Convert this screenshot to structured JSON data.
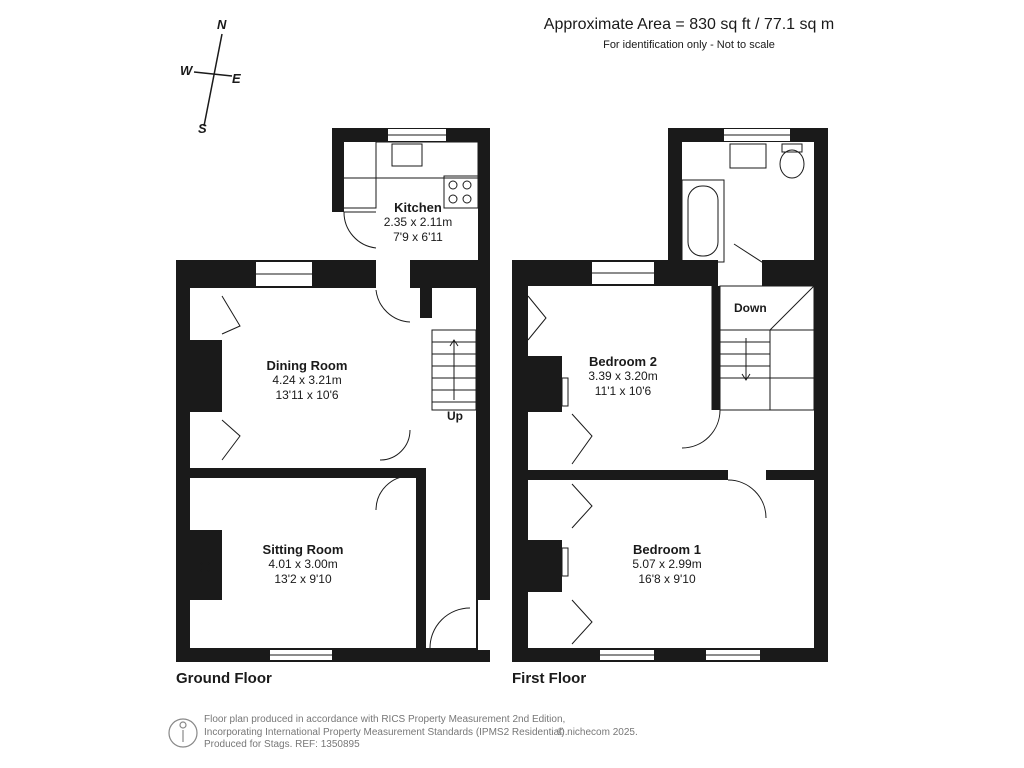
{
  "header": {
    "area": "Approximate Area = 830 sq ft / 77.1 sq m",
    "note": "For identification only - Not to scale"
  },
  "compass": {
    "n": "N",
    "s": "S",
    "e": "E",
    "w": "W"
  },
  "floors": {
    "ground": "Ground Floor",
    "first": "First Floor"
  },
  "rooms": {
    "kitchen": {
      "name": "Kitchen",
      "metric": "2.35 x 2.11m",
      "imperial": "7'9 x 6'11"
    },
    "dining": {
      "name": "Dining Room",
      "metric": "4.24 x 3.21m",
      "imperial": "13'11 x 10'6"
    },
    "sitting": {
      "name": "Sitting Room",
      "metric": "4.01 x 3.00m",
      "imperial": "13'2 x 9'10"
    },
    "bedroom2": {
      "name": "Bedroom 2",
      "metric": "3.39 x 3.20m",
      "imperial": "11'1 x 10'6"
    },
    "bedroom1": {
      "name": "Bedroom 1",
      "metric": "5.07 x 2.99m",
      "imperial": "16'8 x 9'10"
    }
  },
  "stairs": {
    "up": "Up",
    "down": "Down"
  },
  "footer": {
    "line1": "Floor plan produced in accordance with RICS Property Measurement 2nd Edition,",
    "line2": "Incorporating International Property Measurement Standards (IPMS2 Residential).",
    "line3": "Produced for Stags.   REF: 1350895",
    "copyright": "© nichecom 2025."
  }
}
